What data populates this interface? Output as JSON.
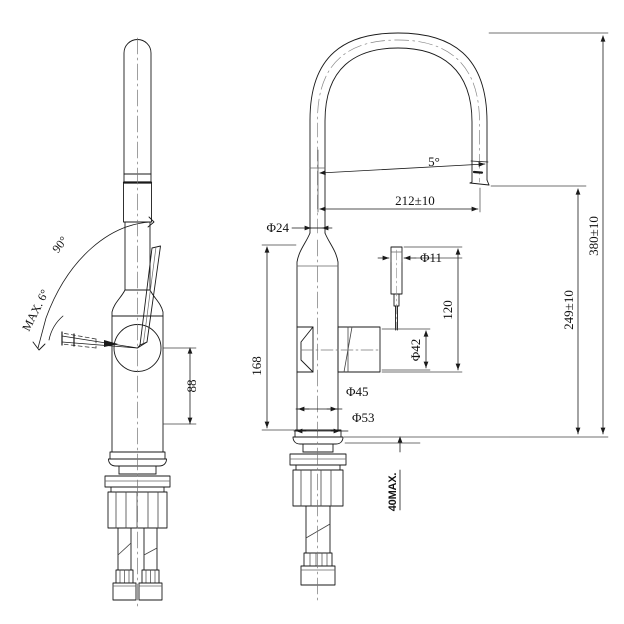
{
  "drawing": {
    "type": "engineering-drawing",
    "subject": "kitchen-mixer-tap-gooseneck",
    "units": "mm",
    "views": [
      {
        "name": "side-view",
        "position": "left"
      },
      {
        "name": "front-view",
        "position": "right"
      }
    ]
  },
  "dimensions": {
    "swivel_angle": "90°",
    "handle_tilt_max": "MAX. 6°",
    "handle_height": "88",
    "spout_outlet_angle": "5°",
    "spout_reach": "212±10",
    "spout_tube_dia": "Φ24",
    "handle_lever_dia": "Φ11",
    "handle_assembly_height": "120",
    "cartridge_dia": "Φ42",
    "body_height": "168",
    "body_dia": "Φ45",
    "base_dia": "Φ53",
    "overall_height": "380±10",
    "spout_height": "249±10",
    "deck_thickness_max": "40MAX."
  },
  "colors": {
    "line": "#1a1a1a",
    "thin_line": "#555555",
    "background": "#ffffff"
  }
}
